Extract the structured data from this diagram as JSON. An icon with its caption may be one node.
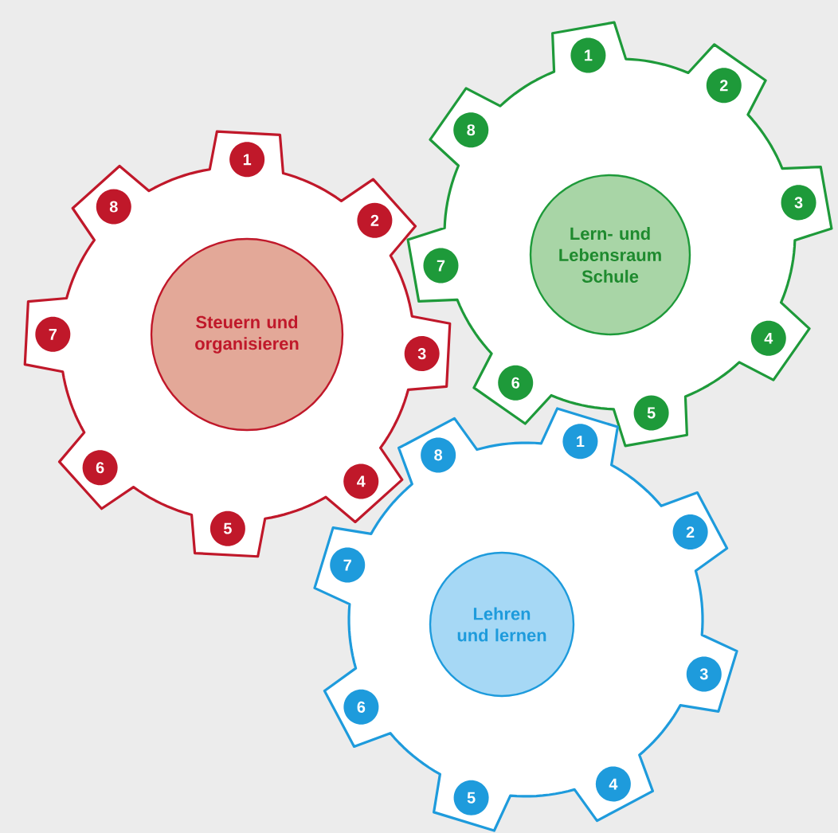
{
  "diagram": {
    "nodes": [
      {
        "text": [],
        "shape": "gear"
      },
      {
        "text": [
          "Steuern und organisieren"
        ],
        "in": 0
      },
      {
        "text": [
          "1"
        ],
        "in": 0
      },
      {
        "text": [
          "2"
        ],
        "in": 0
      },
      {
        "text": [
          "3"
        ],
        "in": 0
      },
      {
        "text": [
          "4"
        ],
        "in": 0
      },
      {
        "text": [
          "5"
        ],
        "in": 0
      },
      {
        "text": [
          "6"
        ],
        "in": 0
      },
      {
        "text": [
          "7"
        ],
        "in": 0
      },
      {
        "text": [
          "8"
        ],
        "in": 0
      },
      {
        "text": [],
        "shape": "gear"
      },
      {
        "text": [
          "Lern- und Lebensraum Schule"
        ],
        "in": 10
      },
      {
        "text": [
          "1"
        ],
        "in": 10
      },
      {
        "text": [
          "2"
        ],
        "in": 10
      },
      {
        "text": [
          "3"
        ],
        "in": 10
      },
      {
        "text": [
          "4"
        ],
        "in": 10
      },
      {
        "text": [
          "5"
        ],
        "in": 10
      },
      {
        "text": [
          "6"
        ],
        "in": 10
      },
      {
        "text": [
          "7"
        ],
        "in": 10
      },
      {
        "text": [
          "8"
        ],
        "in": 10
      },
      {
        "text": [],
        "shape": "gear"
      },
      {
        "text": [
          "Lehren und lernen"
        ],
        "in": 20
      },
      {
        "text": [
          "1"
        ],
        "in": 20
      },
      {
        "text": [
          "2"
        ],
        "in": 20
      },
      {
        "text": [
          "3"
        ],
        "in": 20
      },
      {
        "text": [
          "4"
        ],
        "in": 20
      },
      {
        "text": [
          "5"
        ],
        "in": 20
      },
      {
        "text": [
          "6"
        ],
        "in": 20
      },
      {
        "text": [
          "7"
        ],
        "in": 20
      },
      {
        "text": [
          "8"
        ],
        "in": 20
      }
    ]
  }
}
